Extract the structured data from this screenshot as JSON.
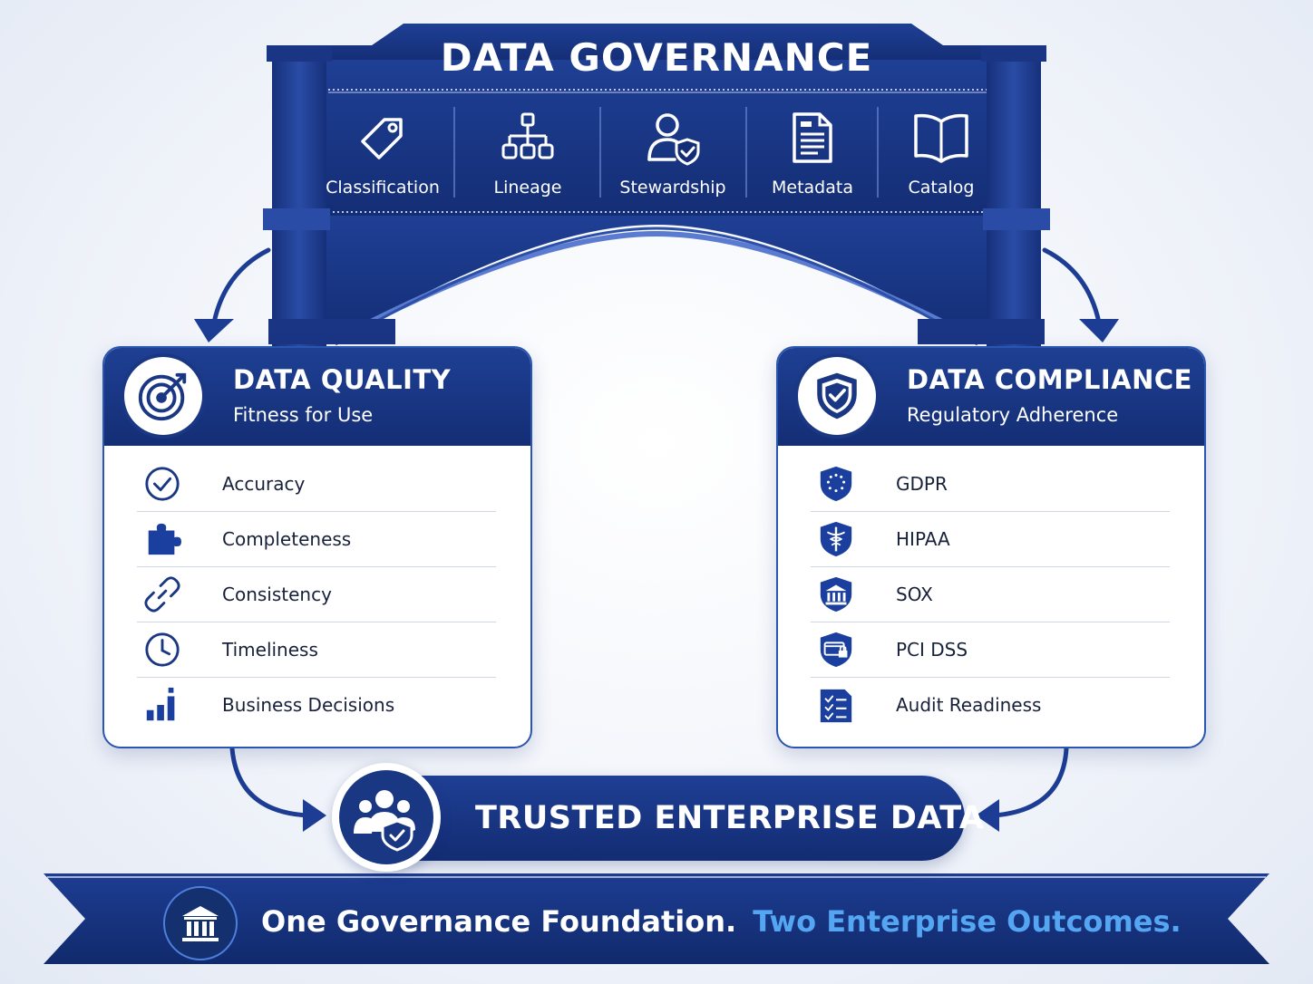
{
  "governance": {
    "title": "DATA GOVERNANCE",
    "items": [
      {
        "label": "Classification",
        "icon": "tag-icon"
      },
      {
        "label": "Lineage",
        "icon": "hierarchy-icon"
      },
      {
        "label": "Stewardship",
        "icon": "user-shield-icon"
      },
      {
        "label": "Metadata",
        "icon": "document-icon"
      },
      {
        "label": "Catalog",
        "icon": "book-icon"
      }
    ]
  },
  "quality": {
    "title": "DATA QUALITY",
    "subtitle": "Fitness for Use",
    "icon": "target-icon",
    "items": [
      {
        "label": "Accuracy",
        "icon": "check-circle-icon"
      },
      {
        "label": "Completeness",
        "icon": "puzzle-icon"
      },
      {
        "label": "Consistency",
        "icon": "link-icon"
      },
      {
        "label": "Timeliness",
        "icon": "clock-icon"
      },
      {
        "label": "Business Decisions",
        "icon": "bar-chart-icon"
      }
    ]
  },
  "compliance": {
    "title": "DATA COMPLIANCE",
    "subtitle": "Regulatory Adherence",
    "icon": "shield-check-icon",
    "items": [
      {
        "label": "GDPR",
        "icon": "eu-stars-shield-icon"
      },
      {
        "label": "HIPAA",
        "icon": "caduceus-shield-icon"
      },
      {
        "label": "SOX",
        "icon": "bank-shield-icon"
      },
      {
        "label": "PCI DSS",
        "icon": "card-lock-shield-icon"
      },
      {
        "label": "Audit Readiness",
        "icon": "checklist-icon"
      }
    ]
  },
  "trusted": {
    "label": "TRUSTED ENTERPRISE DATA",
    "icon": "people-shield-icon"
  },
  "banner": {
    "part1": "One Governance Foundation.",
    "part2": "Two Enterprise Outcomes.",
    "icon": "institution-icon"
  },
  "colors": {
    "navy": "#142e75",
    "accent_blue": "#2a55b0",
    "highlight": "#55a6f2"
  }
}
